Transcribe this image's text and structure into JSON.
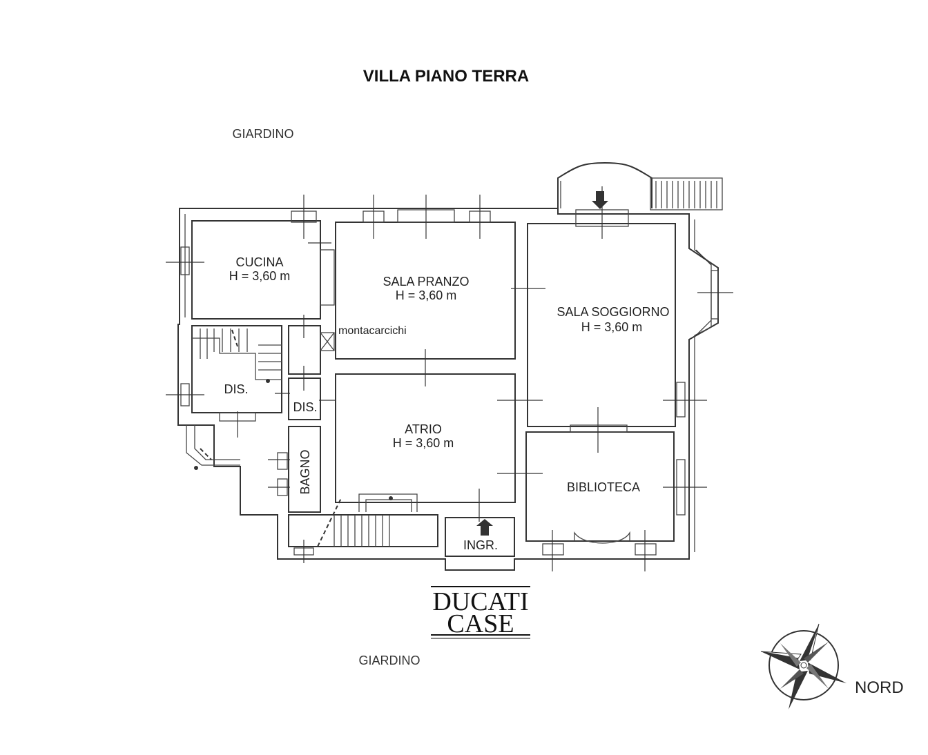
{
  "title": "VILLA PIANO TERRA",
  "surroundings": {
    "garden_top": "GIARDINO",
    "garden_bottom": "GIARDINO"
  },
  "rooms": {
    "cucina": {
      "name": "CUCINA",
      "height": "H = 3,60 m"
    },
    "sala_pranzo": {
      "name": "SALA PRANZO",
      "height": "H = 3,60 m"
    },
    "sala_soggiorno": {
      "name": "SALA SOGGIORNO",
      "height": "H = 3,60 m"
    },
    "atrio": {
      "name": "ATRIO",
      "height": "H = 3,60 m"
    },
    "biblioteca": {
      "name": "BIBLIOTECA"
    },
    "dis_left": {
      "name": "DIS."
    },
    "dis_center": {
      "name": "DIS."
    },
    "bagno": {
      "name": "BAGNO"
    },
    "ingresso": {
      "name": "INGR."
    },
    "montacarichi": {
      "name": "montacarcichi"
    }
  },
  "logo": {
    "line1": "DUCATI",
    "line2": "CASE"
  },
  "compass": {
    "label": "NORD"
  }
}
